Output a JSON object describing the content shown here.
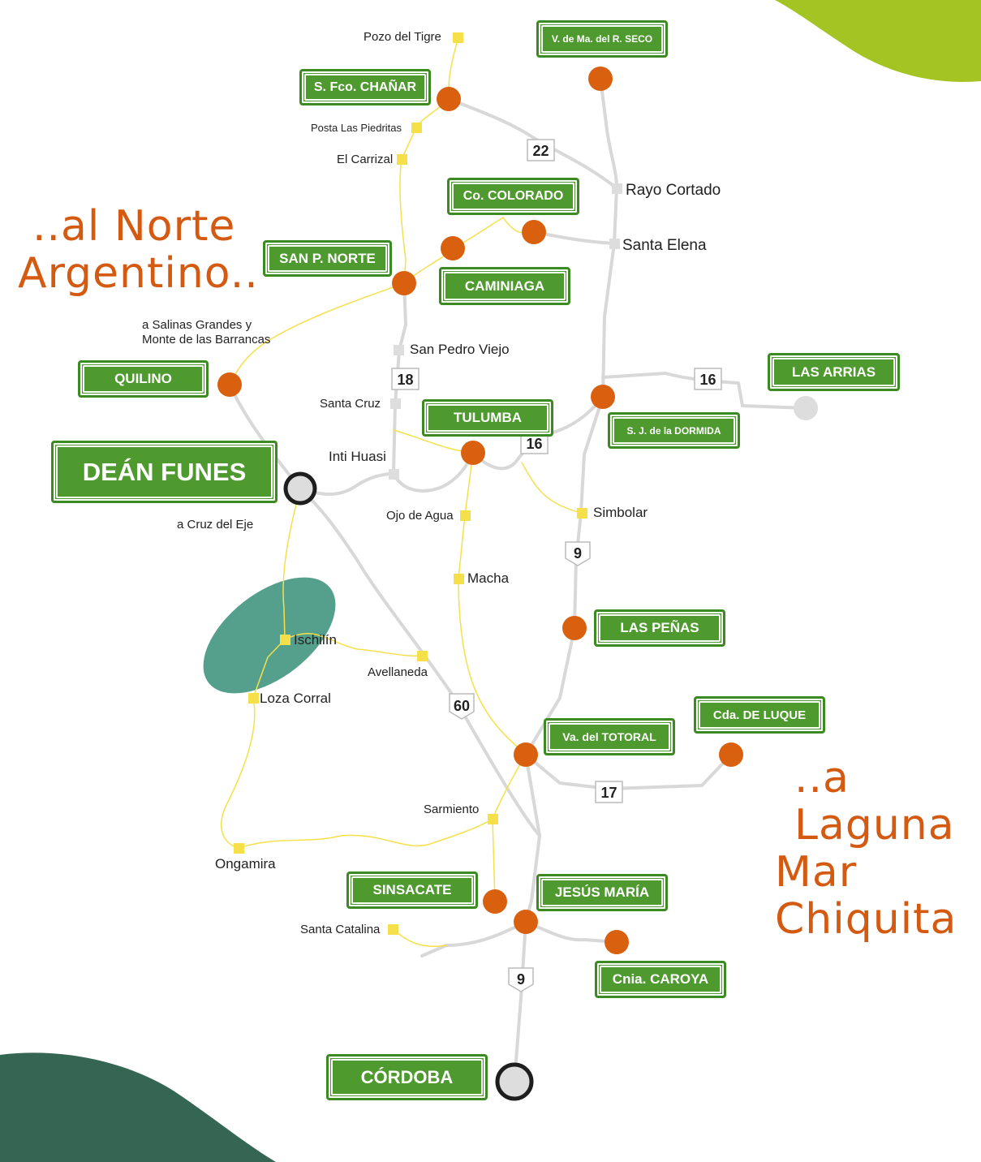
{
  "slogans": {
    "north_line1": "..al Norte",
    "north_line2": "Argentino..",
    "east_line1": "..a Laguna",
    "east_line2": "Mar Chiquita"
  },
  "cities": {
    "dean_funes": "DEÁN FUNES",
    "cordoba": "CÓRDOBA"
  },
  "tour_signs": {
    "v_ma_r_seco": "V. de Ma. del R. SECO",
    "s_fco_chanar": "S. Fco. CHAÑAR",
    "co_colorado": "Co. COLORADO",
    "san_p_norte": "SAN P. NORTE",
    "caminiaga": "CAMINIAGA",
    "quilino": "QUILINO",
    "las_arrias": "LAS ARRIAS",
    "tulumba": "TULUMBA",
    "s_j_dormida": "S. J. de la DORMIDA",
    "las_penas": "LAS PEÑAS",
    "cda_de_luque": "Cda. DE LUQUE",
    "va_totoral": "Va. del TOTORAL",
    "sinsacate": "SINSACATE",
    "jesus_maria": "JESÚS MARÍA",
    "cnia_caroya": "Cnia. CAROYA"
  },
  "places": {
    "pozo_del_tigre": "Pozo del Tigre",
    "posta_las_piedritas": "Posta Las Piedritas",
    "el_carrizal": "El Carrizal",
    "rayo_cortado": "Rayo Cortado",
    "santa_elena": "Santa Elena",
    "salinas_1": "a Salinas Grandes y",
    "salinas_2": "Monte de las Barrancas",
    "san_pedro_viejo": "San Pedro Viejo",
    "santa_cruz": "Santa Cruz",
    "inti_huasi": "Inti Huasi",
    "cruz_del_eje": "a Cruz del Eje",
    "ojo_de_agua": "Ojo de Agua",
    "simbolar": "Simbolar",
    "macha": "Macha",
    "ischilin": "Ischilín",
    "avellaneda": "Avellaneda",
    "loza_corral": "Loza Corral",
    "sarmiento": "Sarmiento",
    "ongamira": "Ongamira",
    "santa_catalina": "Santa Catalina"
  },
  "routes": {
    "r22": "22",
    "r18": "18",
    "r16a": "16",
    "r16b": "16",
    "r9a": "9",
    "r60": "60",
    "r17": "17",
    "r9b": "9"
  },
  "colors": {
    "sign_green": "#4e9a2f",
    "town_orange": "#d9600f",
    "road_grey": "#d8d8d8",
    "trail_yellow": "#f5e04a",
    "lake_teal": "#55a08c",
    "corner_lime": "#a4c424",
    "corner_dark": "#356654",
    "slogan_orange": "#d45a12"
  }
}
